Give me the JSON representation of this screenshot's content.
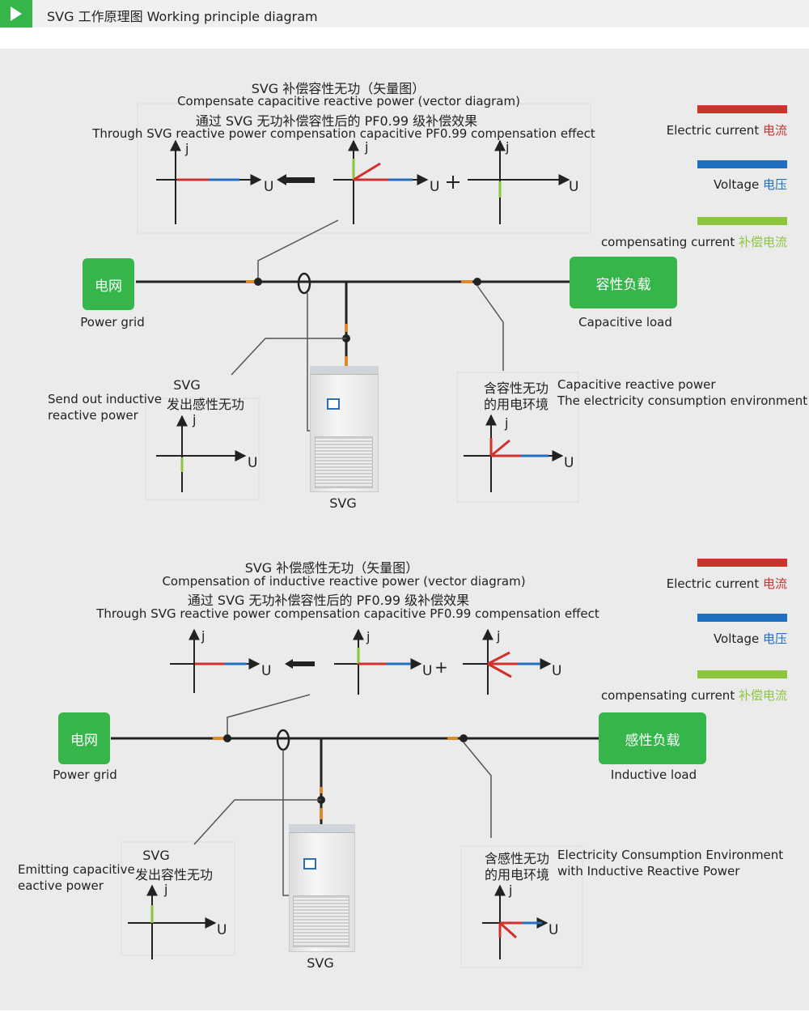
{
  "header": {
    "title": "SVG 工作原理图 Working principle diagram"
  },
  "colors": {
    "current": "#d0312d",
    "voltage": "#1f6fc0",
    "compensating": "#8cc63f",
    "box": "#35b54a"
  },
  "legend": {
    "current_en": "Electric current",
    "current_zh": "电流",
    "voltage_en": "Voltage",
    "voltage_zh": "电压",
    "comp_en": "compensating current",
    "comp_zh": "补偿电流"
  },
  "axis": {
    "j": "j",
    "u": "U"
  },
  "section1": {
    "title1": "SVG 补偿容性无功（矢量图）",
    "title2": "Compensate capacitive reactive power (vector diagram)",
    "title3": "通过   SVG 无功补偿容性后的 PF0.99 级补偿效果",
    "title4": "Through SVG reactive power compensation capacitive PF0.99 compensation effect",
    "grid_box": "电网",
    "grid_label": "Power grid",
    "load_box": "容性负载",
    "load_label": "Capacitive load",
    "svg_zh": "SVG",
    "svg_zh2": "发出感性无功",
    "svg_en1": "Send out inductive",
    "svg_en2": "reactive power",
    "env_zh1": "含容性无功",
    "env_zh2": "的用电环境",
    "env_en1": "Capacitive reactive power",
    "env_en2": "The electricity consumption environment",
    "svg_label": "SVG"
  },
  "section2": {
    "title1": "SVG 补偿感性无功（矢量图）",
    "title2": "Compensation of inductive reactive power (vector diagram)",
    "title3": "通过   SVG 无功补偿容性后的 PF0.99 级补偿效果",
    "title4": "Through SVG reactive power compensation capacitive PF0.99 compensation effect",
    "grid_box": "电网",
    "grid_label": "Power grid",
    "load_box": "感性负载",
    "load_label": "Inductive load",
    "svg_zh": "SVG",
    "svg_zh2": "发出容性无功",
    "svg_en1": "Emitting capacitive",
    "svg_en2": "eactive power",
    "env_zh1": "含感性无功",
    "env_zh2": "的用电环境",
    "env_en1": "Electricity Consumption Environment",
    "env_en2": "with Inductive Reactive Power",
    "svg_label": "SVG"
  }
}
